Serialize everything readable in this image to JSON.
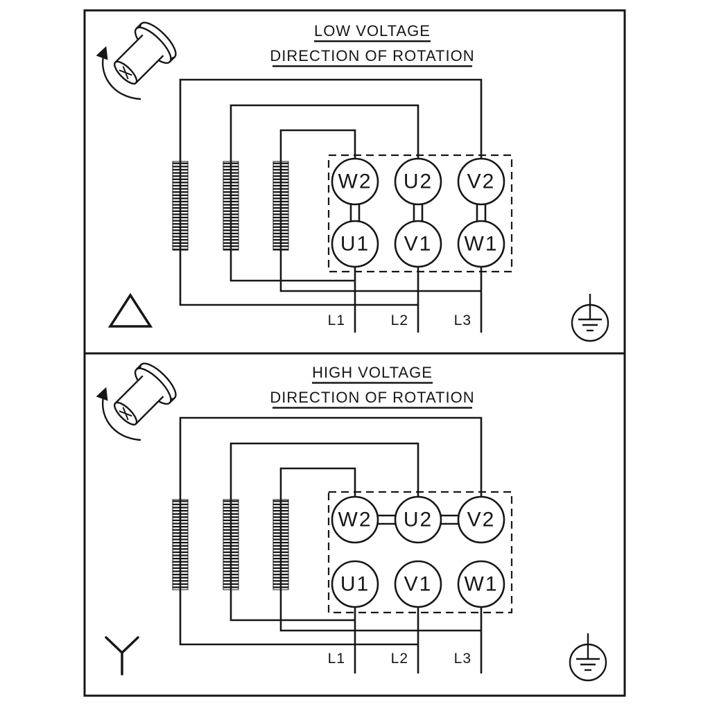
{
  "colors": {
    "line": "#161616",
    "background": "#ffffff"
  },
  "panels": [
    {
      "title": "LOW VOLTAGE",
      "subtitle": "DIRECTION OF ROTATION",
      "connection": "delta",
      "terminals_top": [
        "W2",
        "U2",
        "V2"
      ],
      "terminals_bottom": [
        "U1",
        "V1",
        "W1"
      ],
      "supply_lines": [
        "L1",
        "L2",
        "L3"
      ]
    },
    {
      "title": "HIGH VOLTAGE",
      "subtitle": "DIRECTION OF ROTATION",
      "connection": "star",
      "terminals_top": [
        "W2",
        "U2",
        "V2"
      ],
      "terminals_bottom": [
        "U1",
        "V1",
        "W1"
      ],
      "supply_lines": [
        "L1",
        "L2",
        "L3"
      ]
    }
  ],
  "icons": {
    "rotation-direction-icon": "cylinder-with-ccw-arrow",
    "delta-connection-icon": "triangle-outline",
    "star-connection-icon": "y-shape",
    "protective-earth-icon": "earth-ground-in-circle",
    "winding-coil": "hatched-bar"
  }
}
